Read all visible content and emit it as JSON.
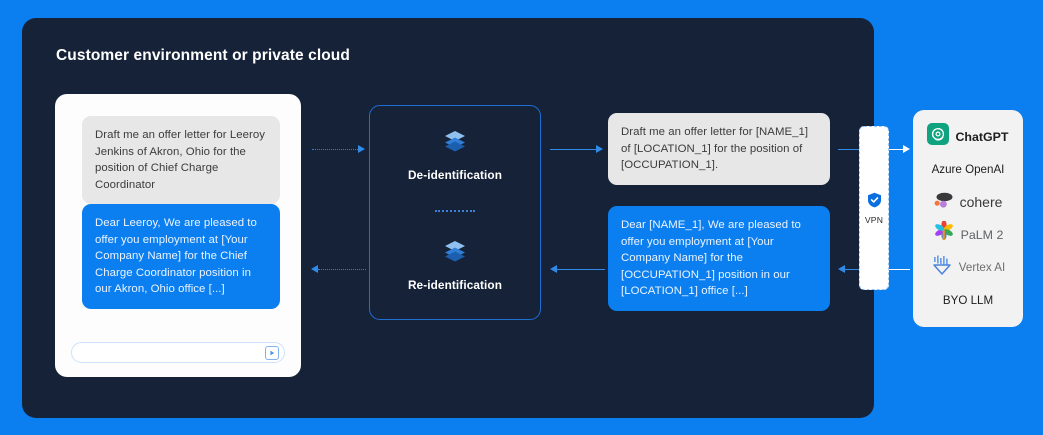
{
  "panel": {
    "title": "Customer environment or private cloud"
  },
  "chat": {
    "user_message": "Draft me an offer letter for Leeroy Jenkins of Akron, Ohio for the position of Chief Charge Coordinator",
    "bot_message": "Dear Leeroy, We are pleased to offer you employment at [Your Company Name] for the Chief Charge Coordinator position in our Akron, Ohio office [...]",
    "input_value": "",
    "input_placeholder": "",
    "send_icon": "send-play-icon"
  },
  "processor": {
    "deidentification_label": "De-identification",
    "reidentification_label": "Re-identification",
    "icon": "stacked-layers-icon"
  },
  "redacted": {
    "user_message": "Draft me an offer letter for [NAME_1] of [LOCATION_1] for the position of [OCCUPATION_1].",
    "bot_message": "Dear [NAME_1], We are pleased to offer you employment at [Your Company Name] for the [OCCUPATION_1] position in our [LOCATION_1] office [...]"
  },
  "vpn": {
    "label": "VPN",
    "icon": "shield-check-icon"
  },
  "llm_providers": [
    {
      "name": "ChatGPT",
      "icon": "openai-logo-icon",
      "style": "bold"
    },
    {
      "name": "Azure OpenAI",
      "icon": "",
      "style": "plain"
    },
    {
      "name": "cohere",
      "icon": "cohere-logo-icon",
      "style": "cohere"
    },
    {
      "name": "PaLM 2",
      "icon": "palm-pinwheel-icon",
      "style": "palm"
    },
    {
      "name": "Vertex AI",
      "icon": "vertex-ai-icon",
      "style": "grey"
    },
    {
      "name": "BYO LLM",
      "icon": "",
      "style": "plain"
    }
  ],
  "colors": {
    "background_blue": "#0b7ff0",
    "panel_navy": "#152238",
    "accent_blue": "#2f8ae8",
    "bubble_grey": "#e7e7e7",
    "openai_green": "#0fa37f"
  }
}
